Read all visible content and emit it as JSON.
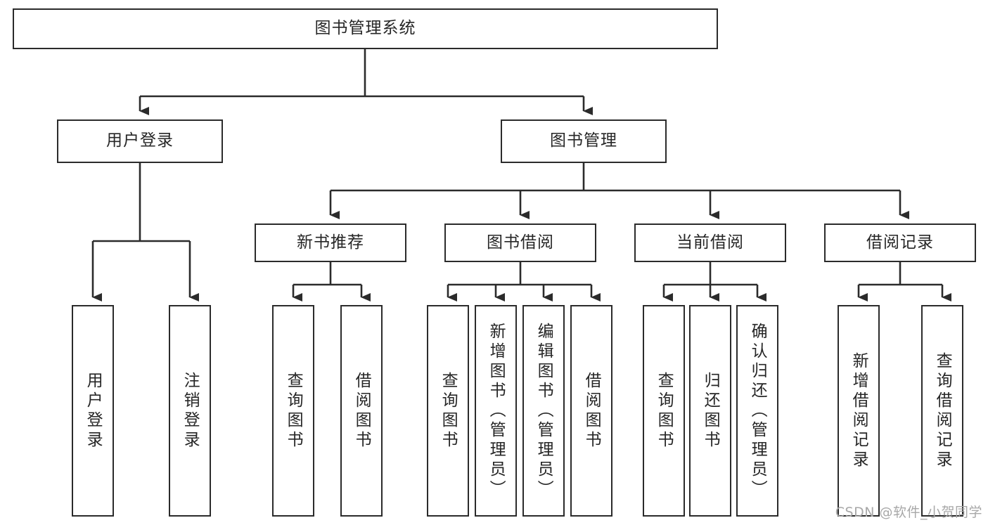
{
  "diagram": {
    "type": "tree-hierarchy",
    "title": "图书管理系统",
    "root": {
      "id": "root",
      "label": "图书管理系统",
      "orientation": "horizontal"
    },
    "level1": [
      {
        "id": "user-login",
        "label": "用户登录",
        "orientation": "horizontal"
      },
      {
        "id": "book-manage",
        "label": "图书管理",
        "orientation": "horizontal"
      }
    ],
    "level2": [
      {
        "id": "new-book-rec",
        "label": "新书推荐",
        "orientation": "horizontal",
        "parent": "book-manage"
      },
      {
        "id": "book-borrow",
        "label": "图书借阅",
        "orientation": "horizontal",
        "parent": "book-manage"
      },
      {
        "id": "current-borrow",
        "label": "当前借阅",
        "orientation": "horizontal",
        "parent": "book-manage"
      },
      {
        "id": "borrow-record",
        "label": "借阅记录",
        "orientation": "horizontal",
        "parent": "book-manage"
      }
    ],
    "leaves": [
      {
        "id": "leaf-user-login",
        "label": "用户登录",
        "orientation": "vertical",
        "parent": "user-login"
      },
      {
        "id": "leaf-user-logout",
        "label": "注销登录",
        "orientation": "vertical",
        "parent": "user-login"
      },
      {
        "id": "leaf-query-book-1",
        "label": "查询图书",
        "orientation": "vertical",
        "parent": "new-book-rec"
      },
      {
        "id": "leaf-borrow-book-1",
        "label": "借阅图书",
        "orientation": "vertical",
        "parent": "new-book-rec"
      },
      {
        "id": "leaf-query-book-2",
        "label": "查询图书",
        "orientation": "vertical",
        "parent": "book-borrow"
      },
      {
        "id": "leaf-add-book",
        "label": "新增图书（管理员）",
        "orientation": "vertical",
        "parent": "book-borrow"
      },
      {
        "id": "leaf-edit-book",
        "label": "编辑图书（管理员）",
        "orientation": "vertical",
        "parent": "book-borrow"
      },
      {
        "id": "leaf-borrow-book-2",
        "label": "借阅图书",
        "orientation": "vertical",
        "parent": "book-borrow"
      },
      {
        "id": "leaf-query-book-3",
        "label": "查询图书",
        "orientation": "vertical",
        "parent": "current-borrow"
      },
      {
        "id": "leaf-return-book",
        "label": "归还图书",
        "orientation": "vertical",
        "parent": "current-borrow"
      },
      {
        "id": "leaf-confirm-return",
        "label": "确认归还（管理员）",
        "orientation": "vertical",
        "parent": "current-borrow"
      },
      {
        "id": "leaf-add-record",
        "label": "新增借阅记录",
        "orientation": "vertical",
        "parent": "borrow-record"
      },
      {
        "id": "leaf-query-record",
        "label": "查询借阅记录",
        "orientation": "vertical",
        "parent": "borrow-record"
      }
    ],
    "colors": {
      "stroke": "#2b2b2b",
      "text": "#262626",
      "background": "#ffffff",
      "watermark": "#a8a8a8"
    }
  },
  "watermark": {
    "text": "CSDN @软件_小贺同学"
  }
}
